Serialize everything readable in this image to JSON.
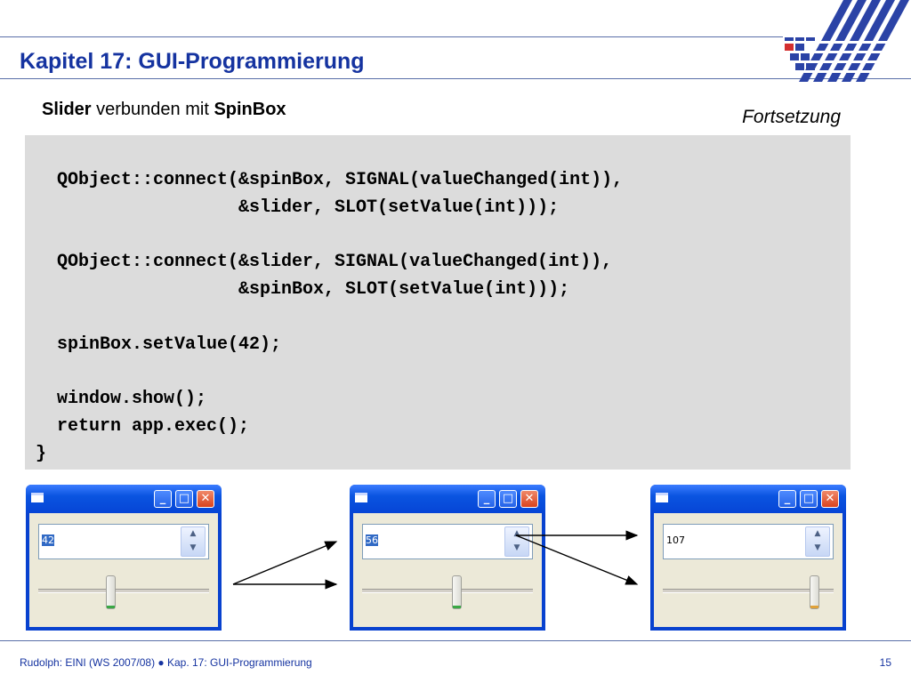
{
  "slide": {
    "title": "Kapitel 17: GUI-Programmierung",
    "subtitle_bold1": "Slider",
    "subtitle_mid": " verbunden mit ",
    "subtitle_bold2": "SpinBox",
    "continuation": "Fortsetzung"
  },
  "code": {
    "lines": [
      "  QObject::connect(&spinBox, SIGNAL(valueChanged(int)),",
      "                   &slider, SLOT(setValue(int)));",
      "",
      "  QObject::connect(&slider, SIGNAL(valueChanged(int)),",
      "                   &spinBox, SLOT(setValue(int)));",
      "",
      "  spinBox.setValue(42);",
      "",
      "  window.show();",
      "  return app.exec();",
      "}"
    ]
  },
  "windows": [
    {
      "spin_value": "42",
      "selected": true,
      "slider_fraction": 0.42,
      "thumb_accent": "#3aa845"
    },
    {
      "spin_value": "56",
      "selected": true,
      "slider_fraction": 0.56,
      "thumb_accent": "#3aa845"
    },
    {
      "spin_value": "107",
      "selected": false,
      "slider_fraction": 0.91,
      "thumb_accent": "#e0a23a"
    }
  ],
  "footer": {
    "text": "Rudolph: EINI (WS 2007/08)  ●  Kap. 17: GUI-Programmierung",
    "page": "15"
  },
  "colors": {
    "title": "#1533a0",
    "codebox_bg": "#dcdcdc",
    "logo_blue": "#2b43a6",
    "logo_red": "#d32f2f"
  }
}
